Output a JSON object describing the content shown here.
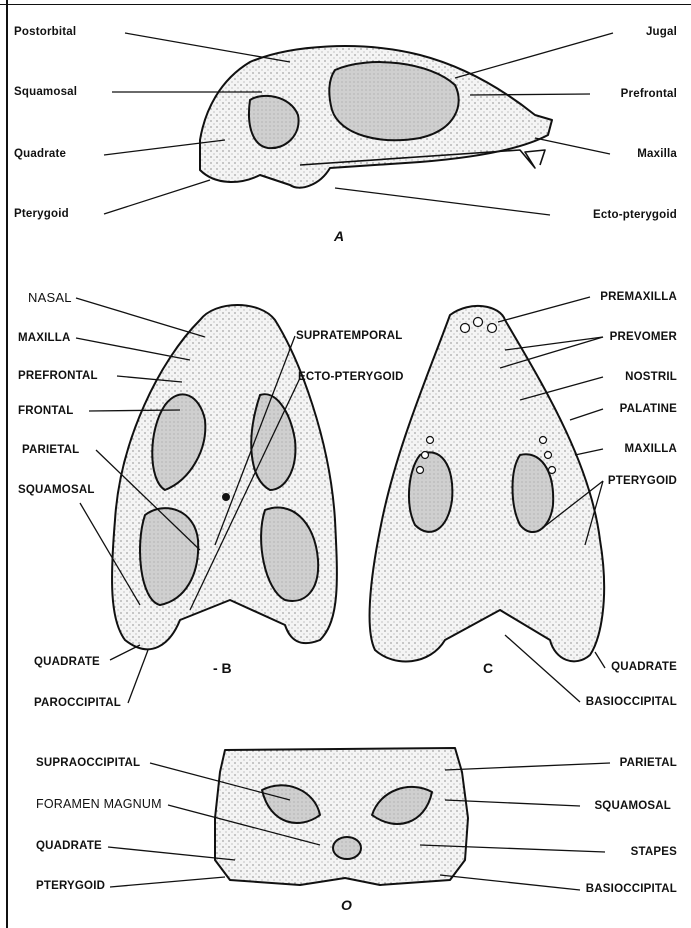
{
  "views": {
    "a": {
      "letter": "A",
      "labels_left": [
        "Postorbital",
        "Squamosal",
        "Quadrate",
        "Pterygoid"
      ],
      "labels_right": [
        "Jugal",
        "Prefrontal",
        "Maxilla",
        "Ecto-pterygoid"
      ]
    },
    "b": {
      "letter": "- B",
      "labels_left": [
        "NASAL",
        "MAXILLA",
        "PREFRONTAL",
        "FRONTAL",
        "PARIETAL",
        "SQUAMOSAL",
        "QUADRATE",
        "PAROCCIPITAL"
      ],
      "labels_center": [
        "SUPRATEMPORAL",
        "ECTO-PTERYGOID"
      ]
    },
    "c": {
      "letter": "C",
      "labels_right": [
        "PREMAXILLA",
        "PREVOMER",
        "NOSTRIL",
        "PALATINE",
        "MAXILLA",
        "PTERYGOID",
        "QUADRATE",
        "BASIOCCIPITAL"
      ]
    },
    "d": {
      "letter": "O",
      "labels_left": [
        "SUPRAOCCIPITAL",
        "FORAMEN MAGNUM",
        "QUADRATE",
        "PTERYGOID"
      ],
      "labels_right": [
        "PARIETAL",
        "SQUAMOSAL",
        "STAPES",
        "BASIOCCIPITAL"
      ]
    }
  },
  "colors": {
    "ink": "#111111",
    "shade": "#c8c8c8",
    "bone": "#f7f7f7",
    "paper": "#ffffff"
  }
}
